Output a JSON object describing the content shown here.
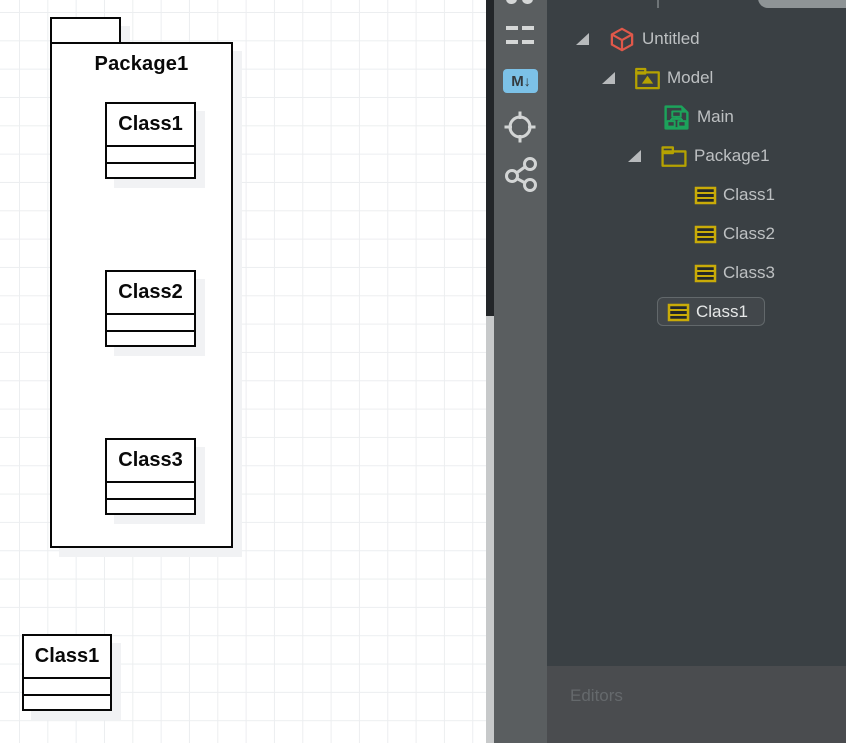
{
  "canvas": {
    "package": {
      "name": "Package1"
    },
    "classes": [
      {
        "name": "Class1"
      },
      {
        "name": "Class2"
      },
      {
        "name": "Class3"
      },
      {
        "name": "Class1"
      }
    ]
  },
  "toolbar": {
    "markdown_label": "M",
    "markdown_arrow": "↓",
    "icons": [
      {
        "name": "clipped-top-icon"
      },
      {
        "name": "layout-grid-icon"
      },
      {
        "name": "markdown-icon",
        "active": true
      },
      {
        "name": "locate-target-icon"
      },
      {
        "name": "share-graph-icon"
      }
    ]
  },
  "explorer": {
    "items": [
      {
        "label": "Untitled",
        "icon": "project-cube-icon",
        "level": 0,
        "expanded": true,
        "selected": false
      },
      {
        "label": "Model",
        "icon": "model-folder-icon",
        "level": 1,
        "expanded": true,
        "selected": false
      },
      {
        "label": "Main",
        "icon": "class-diagram-icon",
        "level": 2,
        "expanded": false,
        "selected": false
      },
      {
        "label": "Package1",
        "icon": "package-folder-icon",
        "level": 2,
        "expanded": true,
        "selected": false
      },
      {
        "label": "Class1",
        "icon": "class-icon",
        "level": 3,
        "expanded": false,
        "selected": false
      },
      {
        "label": "Class2",
        "icon": "class-icon",
        "level": 3,
        "expanded": false,
        "selected": false
      },
      {
        "label": "Class3",
        "icon": "class-icon",
        "level": 3,
        "expanded": false,
        "selected": false
      },
      {
        "label": "Class1",
        "icon": "class-icon",
        "level": 2,
        "expanded": false,
        "selected": true
      }
    ]
  },
  "panels": {
    "editors_label": "Editors"
  },
  "colors": {
    "canvas_grid": "#eceef0",
    "shape_shadow": "#f1f2f4",
    "toolbar_bg": "#5a5e60",
    "sidebar_bg": "#3a4044",
    "editors_bg": "#4a4c4f",
    "markdown_active_bg": "#7cc1e7",
    "project_icon": "#e0584a",
    "model_icon": "#b5a201",
    "diagram_icon": "#1ca35b",
    "class_icon": "#c9ab08",
    "selection_border": "#62686b",
    "tree_text": "#bdc0c2"
  }
}
